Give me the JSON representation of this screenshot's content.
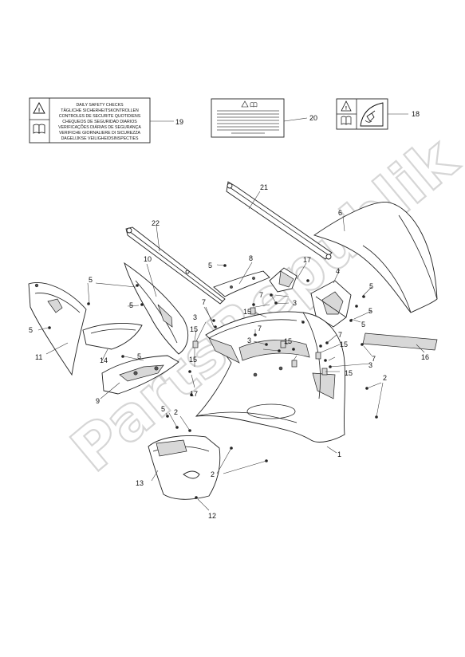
{
  "diagram": {
    "watermark": "PartsRepublik",
    "labels": {
      "daily_safety": [
        "DAILY SAFETY CHECKS",
        "TÄGLICHE SICHERHEITSKONTROLLEN",
        "CONTROLES DE SECURITE QUOTIDIENS",
        "CHEQUEOS DE SEGURIDAD DIARIOS",
        "VERIFICAÇÕES DIÁRIAS DE SEGURANÇA",
        "VERIFICHE GIORNALIERE DI SICUREZZA",
        "DAGELIJKSE VEILIGHEIDSINSPECTIES"
      ]
    },
    "callouts": {
      "c1": "1",
      "c2a": "2",
      "c2b": "2",
      "c2c": "2",
      "c3a": "3",
      "c3b": "3",
      "c3c": "3",
      "c3d": "3",
      "c4": "4",
      "c5a": "5",
      "c5b": "5",
      "c5c": "5",
      "c5d": "5",
      "c5e": "5",
      "c5f": "5",
      "c5g": "5",
      "c5h": "5",
      "c5i": "5",
      "c6": "6",
      "c7a": "7",
      "c7b": "7",
      "c7c": "7",
      "c7d": "7",
      "c7e": "7",
      "c8": "8",
      "c9": "9",
      "c10": "10",
      "c11": "11",
      "c12": "12",
      "c13": "13",
      "c14": "14",
      "c15a": "15",
      "c15b": "15",
      "c15c": "15",
      "c15d": "15",
      "c15e": "15",
      "c15f": "15",
      "c16": "16",
      "c17a": "17",
      "c17b": "17",
      "c18": "18",
      "c19": "19",
      "c20": "20",
      "c21": "21",
      "c22": "22"
    }
  }
}
